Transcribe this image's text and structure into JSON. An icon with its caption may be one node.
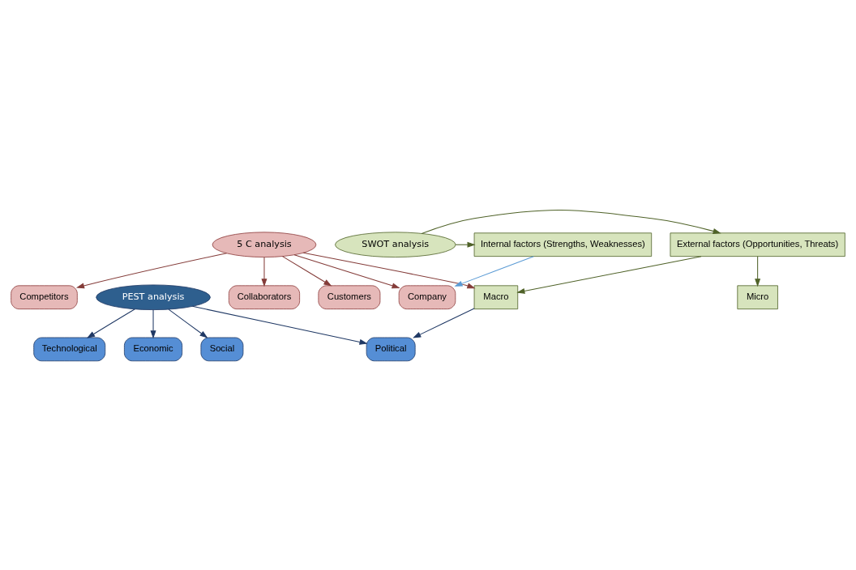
{
  "diagram": {
    "nodes": [
      {
        "text": [
          "5 C analysis"
        ]
      },
      {
        "text": [
          "External factors (Opportunities, Threats)"
        ]
      },
      {
        "text": [
          "SWOT analysis"
        ]
      },
      {
        "text": [
          "Internal factors (Strengths, Weaknesses)"
        ]
      },
      {
        "text": [
          "Macro"
        ]
      },
      {
        "text": [
          "Micro"
        ]
      },
      {
        "text": [
          "Political"
        ]
      },
      {
        "text": [
          "Economic"
        ]
      },
      {
        "text": [
          "Social"
        ]
      },
      {
        "text": [
          "Technological"
        ]
      },
      {
        "text": [
          "PEST analysis"
        ]
      },
      {
        "text": [
          "Company"
        ]
      },
      {
        "text": [
          "Customers"
        ]
      },
      {
        "text": [
          "Competitors"
        ]
      },
      {
        "text": [
          "Collaborators"
        ]
      }
    ],
    "edges": [
      {
        "from": 0,
        "to": 4,
        "arrow": "to",
        "color": "#843c39"
      },
      {
        "from": 0,
        "to": 11,
        "arrow": "to",
        "color": "#843c39"
      },
      {
        "from": 0,
        "to": 12,
        "arrow": "to",
        "color": "#843c39"
      },
      {
        "from": 0,
        "to": 13,
        "arrow": "to",
        "color": "#843c39"
      },
      {
        "from": 0,
        "to": 14,
        "arrow": "to",
        "color": "#843c39"
      },
      {
        "from": 2,
        "to": 1,
        "arrow": "to",
        "color": "#4f6228"
      },
      {
        "from": 2,
        "to": 3,
        "arrow": "to",
        "color": "#4f6228"
      },
      {
        "from": 1,
        "to": 4,
        "arrow": "to",
        "color": "#4f6228"
      },
      {
        "from": 1,
        "to": 5,
        "arrow": "to",
        "color": "#4f6228"
      },
      {
        "from": 3,
        "to": 11,
        "arrow": "to",
        "color": "#5b9bd5"
      },
      {
        "from": 4,
        "to": 6,
        "arrow": "to",
        "color": "#1f3864"
      },
      {
        "from": 10,
        "to": 6,
        "arrow": "to",
        "color": "#1f3864"
      },
      {
        "from": 10,
        "to": 7,
        "arrow": "to",
        "color": "#1f3864"
      },
      {
        "from": 10,
        "to": 8,
        "arrow": "to",
        "color": "#1f3864"
      },
      {
        "from": 10,
        "to": 9,
        "arrow": "to",
        "color": "#1f3864"
      }
    ]
  }
}
